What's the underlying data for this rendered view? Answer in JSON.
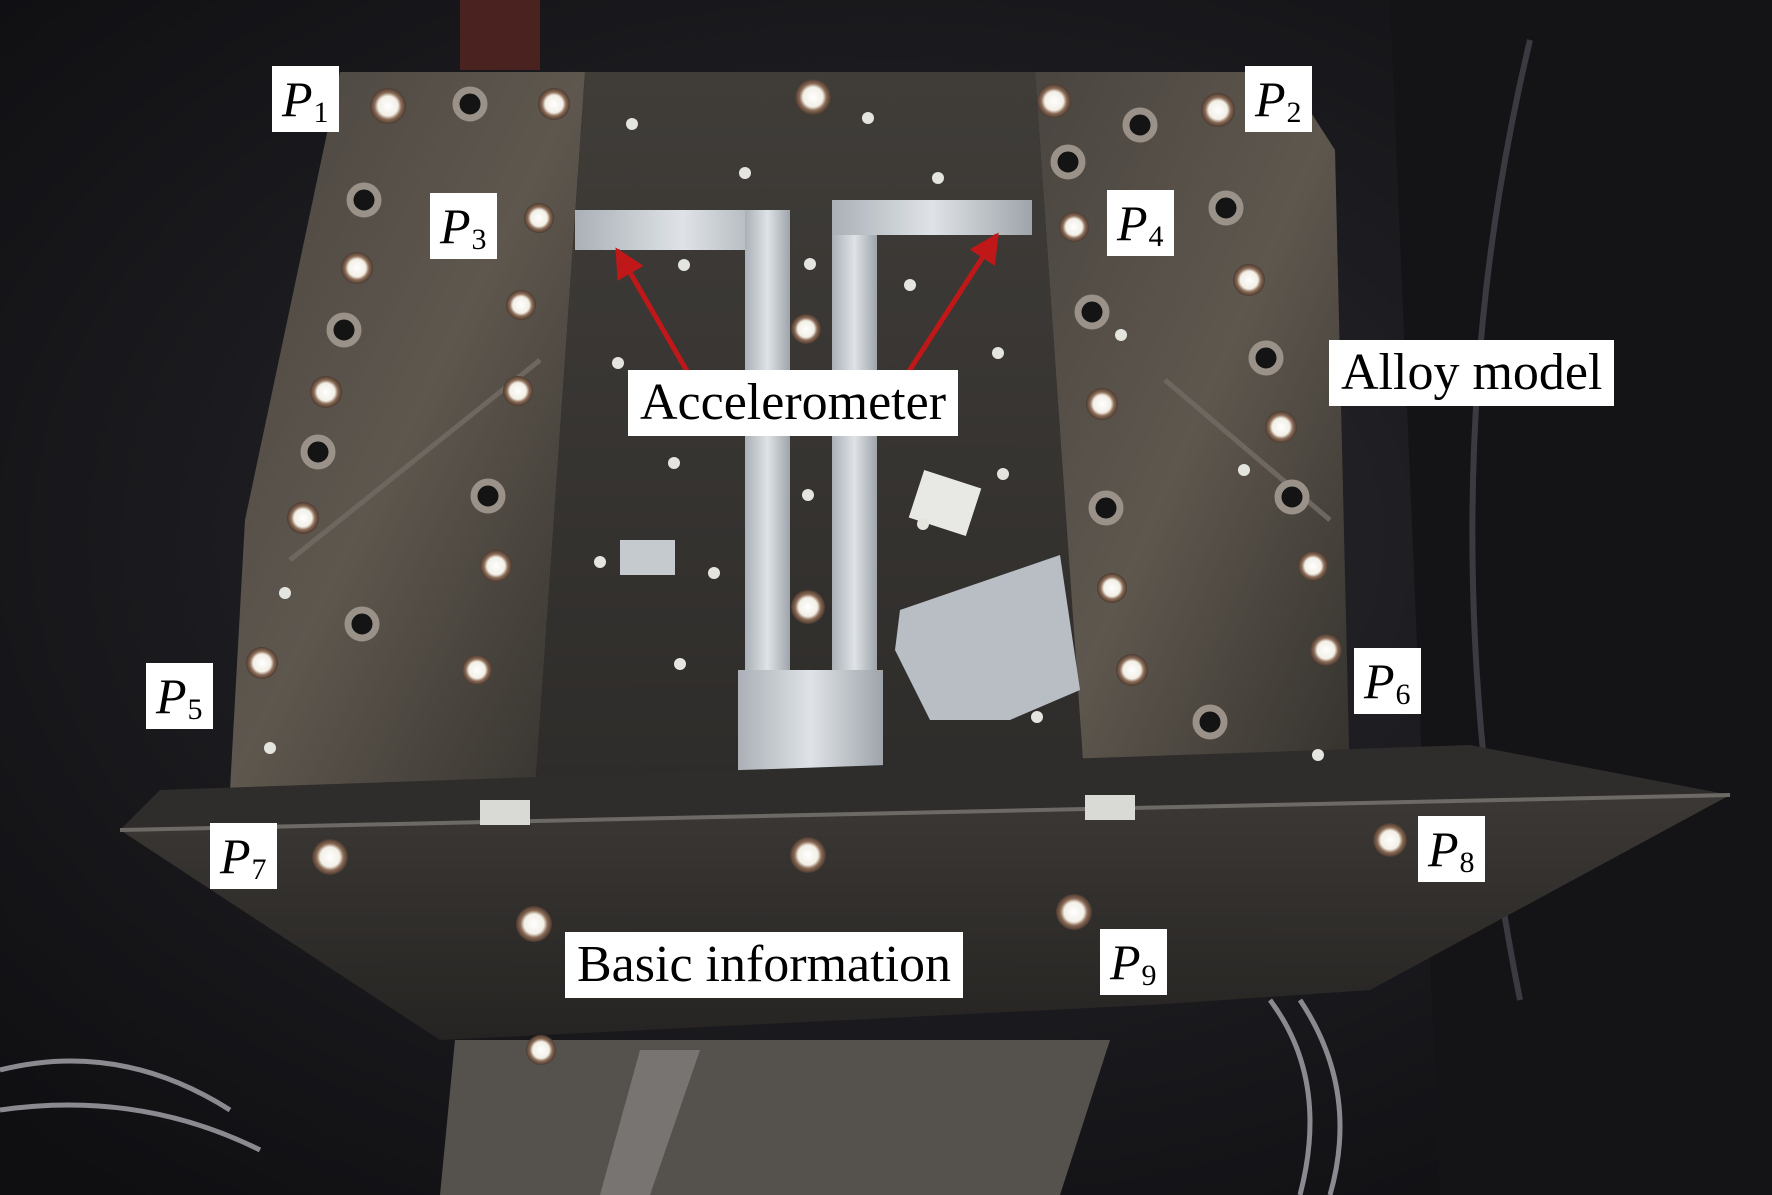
{
  "photo": {
    "colors": {
      "background": "#1a1a1e",
      "metal": "#3c3a36",
      "foil": "#c9cdd2",
      "marker": "#f2efe6",
      "arrow": "#c01818",
      "tape": "#e6c21a"
    }
  },
  "point_labels": [
    {
      "letter": "P",
      "index": "1"
    },
    {
      "letter": "P",
      "index": "2"
    },
    {
      "letter": "P",
      "index": "3"
    },
    {
      "letter": "P",
      "index": "4"
    },
    {
      "letter": "P",
      "index": "5"
    },
    {
      "letter": "P",
      "index": "6"
    },
    {
      "letter": "P",
      "index": "7"
    },
    {
      "letter": "P",
      "index": "8"
    },
    {
      "letter": "P",
      "index": "9"
    }
  ],
  "annotations": {
    "accelerometer": "Accelerometer",
    "alloy_model": "Alloy model",
    "basic_information": "Basic information"
  }
}
